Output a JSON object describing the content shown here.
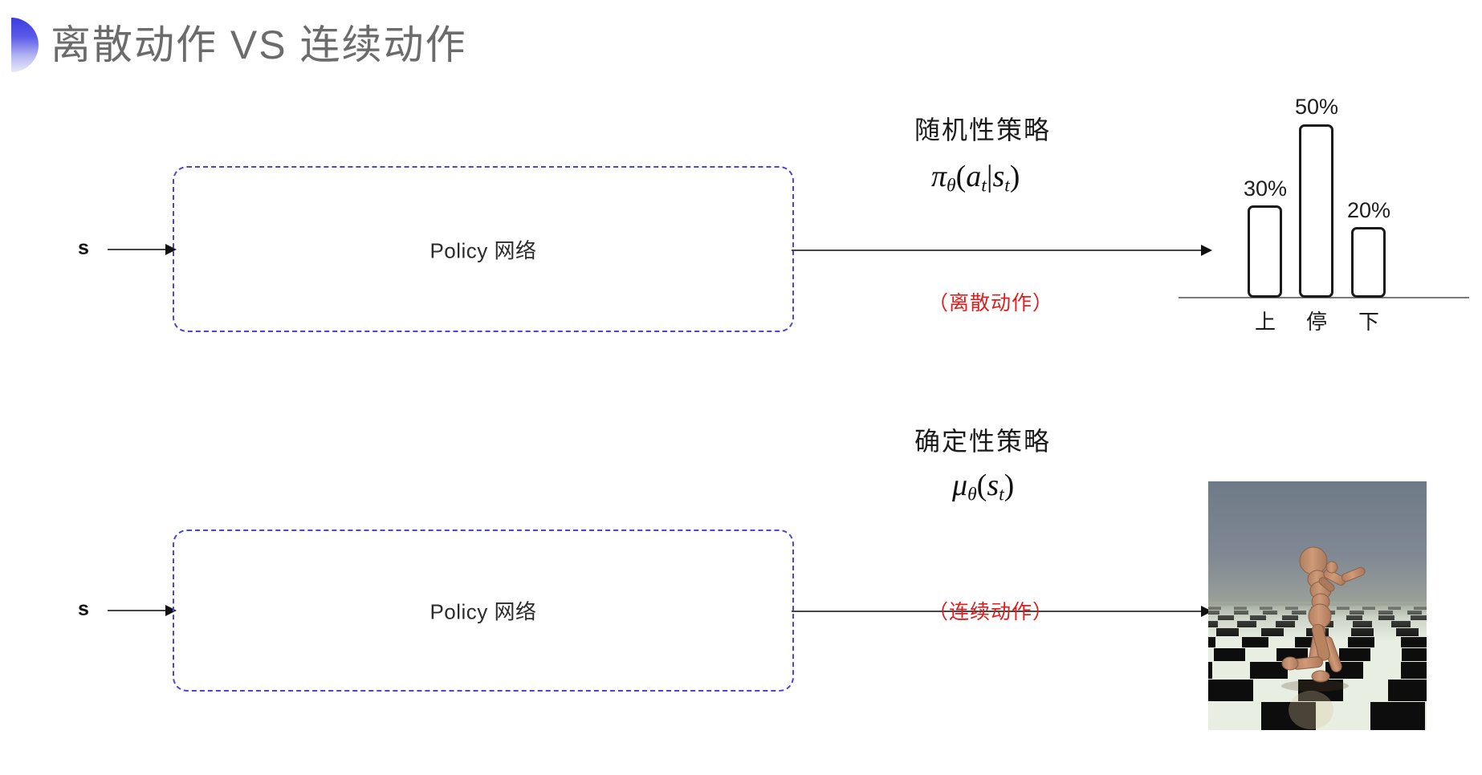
{
  "slide": {
    "title": "离散动作 VS 连续动作",
    "title_color": "#6b6b6b",
    "accent_color": "#3c3ce0",
    "background": "#ffffff"
  },
  "rows": [
    {
      "id": "discrete",
      "input_label": "s",
      "box_label": "Policy 网络",
      "box_border_color": "#4b45cf",
      "policy_name": "随机性策略",
      "formula_parts": {
        "fn": "π",
        "theta": "θ",
        "open": "(",
        "arg": "a",
        "arg_sub": "t",
        "bar": "|",
        "cond": "s",
        "cond_sub": "t",
        "close": ")"
      },
      "formula_plain": "πθ(at|st)",
      "action_tag": "（离散动作）",
      "action_tag_color": "#dd1e1e"
    },
    {
      "id": "continuous",
      "input_label": "s",
      "box_label": "Policy 网络",
      "box_border_color": "#4b45cf",
      "policy_name": "确定性策略",
      "formula_parts": {
        "fn": "μ",
        "theta": "θ",
        "open": "(",
        "arg": "s",
        "arg_sub": "t",
        "close": ")"
      },
      "formula_plain": "μθ(st)",
      "action_tag": "（连续动作）",
      "action_tag_color": "#dd1e1e"
    }
  ],
  "chart_data": {
    "type": "bar",
    "title": "",
    "xlabel": "",
    "ylabel": "",
    "categories": [
      "上",
      "停",
      "下"
    ],
    "values": [
      30,
      50,
      20
    ],
    "value_labels": [
      "30%",
      "50%",
      "20%"
    ],
    "ylim": [
      0,
      60
    ],
    "grid": false,
    "legend": "none",
    "bar_fill": "#ffffff",
    "bar_stroke": "#1b1b1b",
    "axis_color": "#7b7b7b"
  },
  "humanoid": {
    "caption": "",
    "sky_color": "#7d8692",
    "floor_light": "#e8efe2",
    "floor_dark": "#0d0d0d",
    "body_color": "#c69172"
  }
}
